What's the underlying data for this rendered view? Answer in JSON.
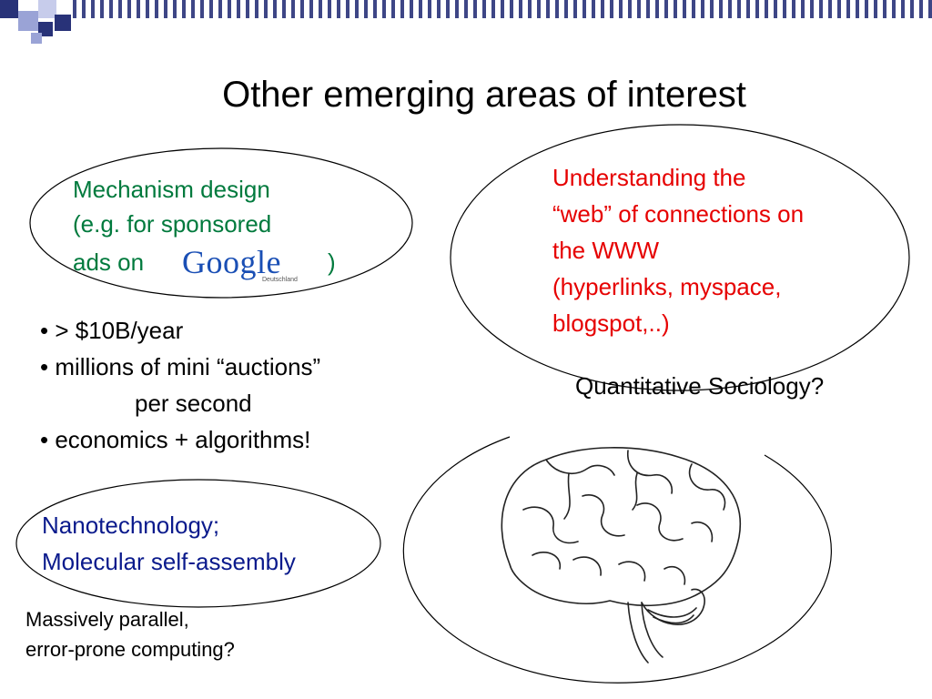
{
  "slide": {
    "title": "Other emerging areas of interest"
  },
  "mechanism": {
    "line1": "Mechanism design",
    "line2": "(e.g. for sponsored",
    "line3_prefix": "ads on",
    "line3_suffix": ")",
    "logo_text": "Google",
    "logo_sub": "Deutschland"
  },
  "bullets": {
    "b1": "•  > $10B/year",
    "b2": "• millions of mini “auctions”",
    "b2_cont": "per second",
    "b3": "• economics + algorithms!"
  },
  "web": {
    "line1": "Understanding the",
    "line2": "“web” of connections on",
    "line3": "the WWW",
    "line4": "(hyperlinks, myspace,",
    "line5": "blogspot,..)"
  },
  "sociology": "Quantitative Sociology?",
  "nano": {
    "line1": "Nanotechnology;",
    "line2": "Molecular self-assembly"
  },
  "parallel": {
    "line1": "Massively parallel,",
    "line2": "error-prone computing?"
  },
  "colors": {
    "accent_navy": "#283278",
    "green": "#007a3d",
    "red": "#e60000",
    "blue": "#0a1a8c"
  },
  "icons": [
    "google-logo",
    "brain-illustration"
  ]
}
